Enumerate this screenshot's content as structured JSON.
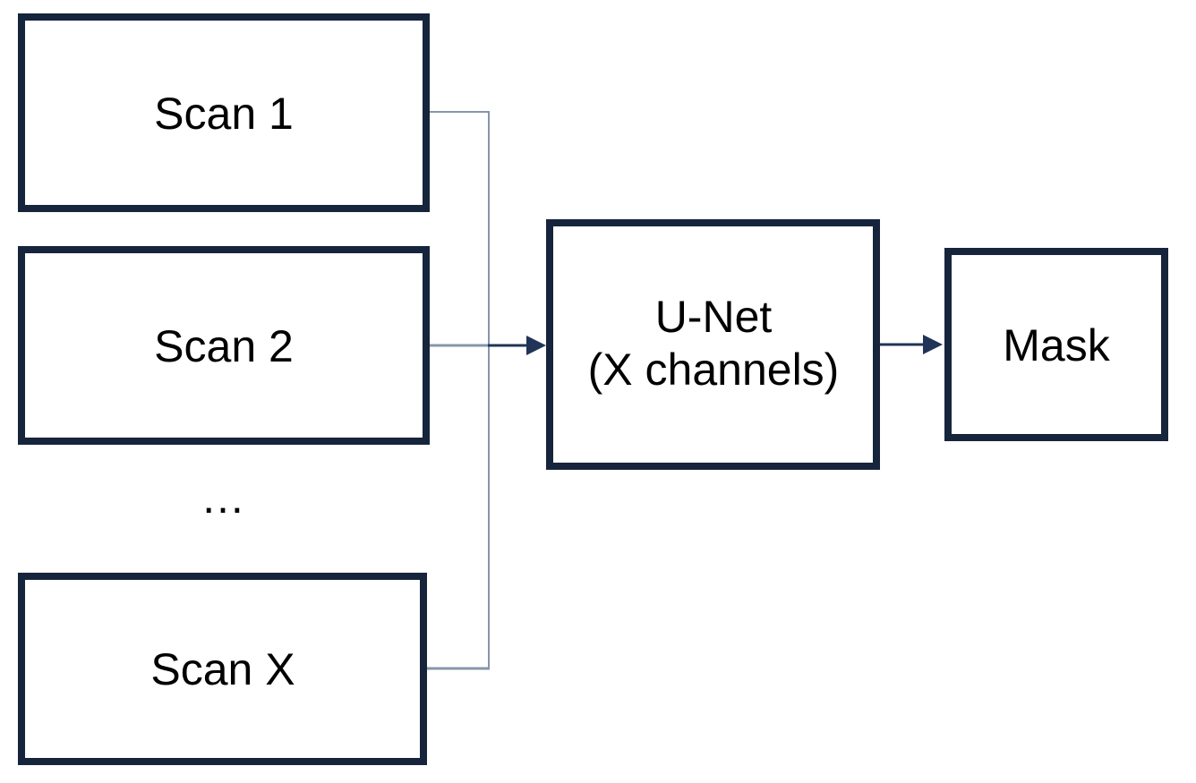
{
  "diagram": {
    "type": "flowchart",
    "description": "Multi-scan input U-Net segmentation pipeline",
    "colors": {
      "background": "#ffffff",
      "box_border": "#16243C",
      "box_fill": "#ffffff",
      "connector": "#8795AC",
      "arrow": "#203457",
      "text": "#000000"
    },
    "nodes": [
      {
        "id": "scan-1",
        "label": "Scan 1"
      },
      {
        "id": "scan-2",
        "label": "Scan 2"
      },
      {
        "id": "ellipsis",
        "label": "…"
      },
      {
        "id": "scan-x",
        "label": "Scan X"
      },
      {
        "id": "u-net",
        "label": "U-Net",
        "sublabel": "(X channels)"
      },
      {
        "id": "mask",
        "label": "Mask"
      }
    ],
    "edges": [
      {
        "from": "scan-1",
        "to": "u-net",
        "style": "bus"
      },
      {
        "from": "scan-2",
        "to": "u-net",
        "style": "arrow"
      },
      {
        "from": "scan-x",
        "to": "u-net",
        "style": "bus"
      },
      {
        "from": "u-net",
        "to": "mask",
        "style": "arrow"
      }
    ]
  }
}
